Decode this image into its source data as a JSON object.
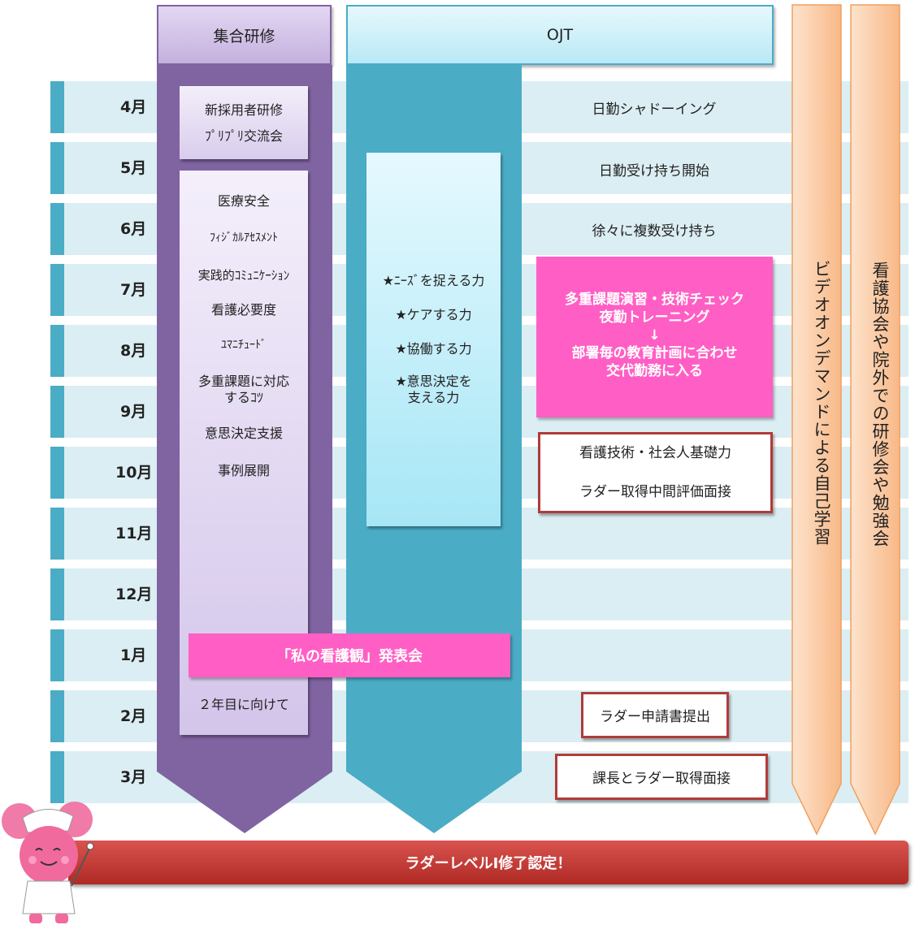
{
  "headers": {
    "group_training": "集合研修",
    "ojt": "OJT"
  },
  "months": [
    "4月",
    "5月",
    "6月",
    "7月",
    "8月",
    "9月",
    "10月",
    "11月",
    "12月",
    "1月",
    "2月",
    "3月"
  ],
  "group_training": {
    "box1": [
      "新採用者研修",
      "ﾌﾟﾘﾌﾟﾘ交流会"
    ],
    "box2": [
      "医療安全",
      "ﾌｨｼﾞｶﾙｱｾｽﾒﾝﾄ",
      "実践的ｺﾐｭﾆｹｰｼｮﾝ",
      "看護必要度",
      "ﾕﾏﾆﾁｭｰﾄﾞ",
      "多重課題に対応\nするｺﾂ",
      "意思決定支援",
      "事例展開"
    ],
    "bottom": "２年目に向けて"
  },
  "ojt_skills": [
    "★ﾆｰｽﾞを捉える力",
    "★ケアする力",
    "★協働する力",
    "★意思決定を\n支える力"
  ],
  "ojt_steps": {
    "apr": "日勤シャドーイング",
    "may": "日勤受け持ち開始",
    "jun": "徐々に複数受け持ち",
    "pink_block": [
      "多重課題演習・技術チェック",
      "夜勤トレーニング",
      "↓",
      "部署毎の教育計画に合わせ",
      "交代勤務に入る"
    ],
    "oct_box": [
      "看護技術・社会人基礎力",
      "ラダー取得中間評価面接"
    ],
    "feb": "ラダー申請書提出",
    "mar": "課長とラダー取得面接"
  },
  "presentation": "「私の看護観」発表会",
  "vertical_arrows": {
    "video": "ビデオオンデマンドによる自己学習",
    "external": "看護協会や院外での研修会や勉強会"
  },
  "final_banner": "ラダーレベルⅠ修了認定！",
  "colors": {
    "purple": "#8064a2",
    "teal": "#4bacc6",
    "pink": "#ff5fc4",
    "red": "#c0392b",
    "orange": "#fbc9a0"
  }
}
